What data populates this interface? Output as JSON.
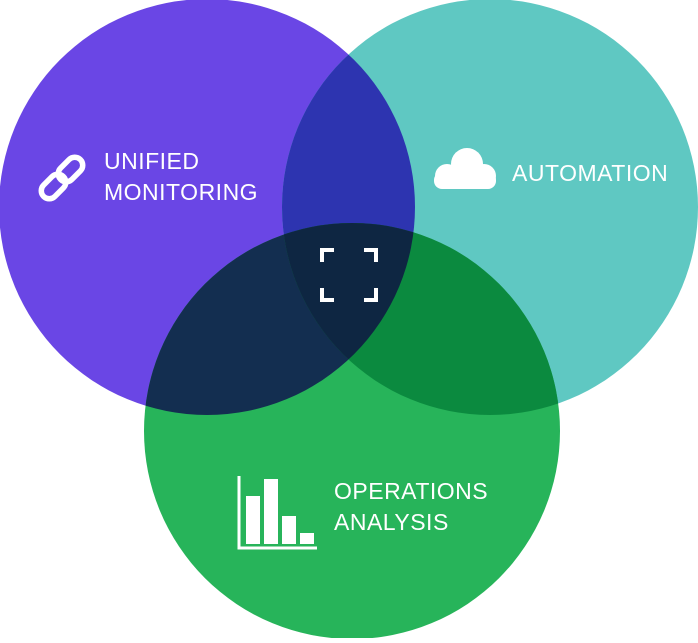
{
  "diagram": {
    "circles": [
      {
        "id": "unified-monitoring",
        "color": "#6A46E5"
      },
      {
        "id": "automation",
        "color": "#5FC8C2"
      },
      {
        "id": "operations-analysis",
        "color": "#27B45A"
      }
    ],
    "overlaps": {
      "monitoring_automation": "#2D34B0",
      "monitoring_operations": "#132E50",
      "automation_operations": "#0B8A3F",
      "center": "#0E2642"
    },
    "labels": {
      "unified_monitoring": [
        "UNIFIED",
        "MONITORING"
      ],
      "automation": [
        "AUTOMATION"
      ],
      "operations_analysis": [
        "OPERATIONS",
        "ANALYSIS"
      ]
    },
    "icons": {
      "unified_monitoring": "link-icon",
      "automation": "cloud-icon",
      "operations_analysis": "bar-chart-icon",
      "center": "focus-frame-icon"
    }
  }
}
